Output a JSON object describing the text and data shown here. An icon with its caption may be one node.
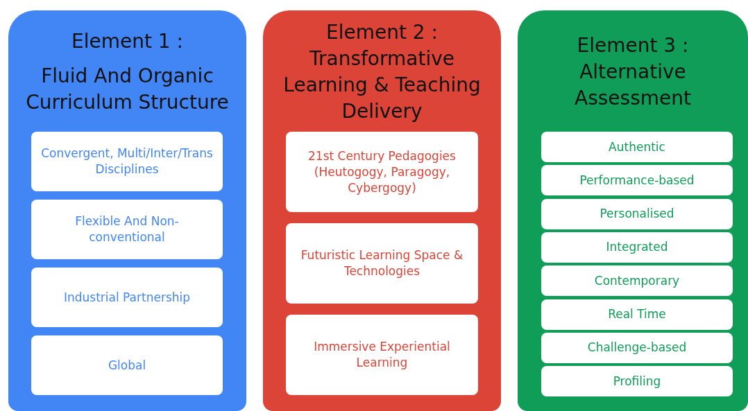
{
  "diagram": {
    "nodes": [
      {
        "text": [
          "Element 1 :",
          "Fluid And Organic Curriculum Structure"
        ]
      },
      {
        "text": [
          "Convergent, Multi/Inter/Trans Disciplines"
        ],
        "in": 0
      },
      {
        "text": [
          "Flexible And Non-conventional"
        ],
        "in": 0
      },
      {
        "text": [
          "Industrial Partnership"
        ],
        "in": 0
      },
      {
        "text": [
          "Global"
        ],
        "in": 0
      },
      {
        "text": [
          "Element 2 :",
          "Transformative Learning & Teaching Delivery"
        ]
      },
      {
        "text": [
          "21st Century Pedagogies (Heutogogy, Paragogy, Cybergogy)"
        ],
        "in": 5
      },
      {
        "text": [
          "Futuristic Learning Space & Technologies"
        ],
        "in": 5
      },
      {
        "text": [
          "Immersive Experiential Learning"
        ],
        "in": 5
      },
      {
        "text": [
          "Element 3 :",
          "Alternative Assessment"
        ]
      },
      {
        "text": [
          "Authentic"
        ],
        "in": 9
      },
      {
        "text": [
          "Performance-based"
        ],
        "in": 9
      },
      {
        "text": [
          "Personalised"
        ],
        "in": 9
      },
      {
        "text": [
          "Integrated"
        ],
        "in": 9
      },
      {
        "text": [
          "Contemporary"
        ],
        "in": 9
      },
      {
        "text": [
          "Real Time"
        ],
        "in": 9
      },
      {
        "text": [
          "Challenge-based"
        ],
        "in": 9
      },
      {
        "text": [
          "Profiling"
        ],
        "in": 9
      }
    ]
  }
}
